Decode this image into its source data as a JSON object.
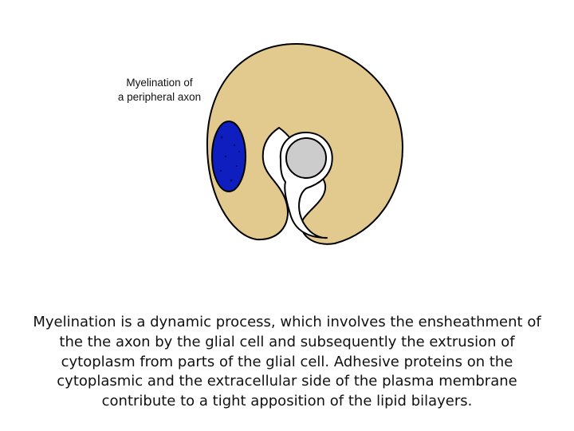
{
  "diagram": {
    "label_line1": "Myelination of",
    "label_line2": "a peripheral axon",
    "colors": {
      "glial_cytoplasm": "#e2c98e",
      "nucleus": "#0f1fbf",
      "axon": "#cccccc",
      "outline": "#000000"
    }
  },
  "caption": {
    "line1": "Myelination is a dynamic process, which involves the ensheathment of",
    "line2": "the the axon by the glial cell and subsequently the extrusion of",
    "line3": "cytoplasm from parts of the glial cell. Adhesive proteins on the",
    "line4": "cytoplasmic and the extracellular side of the plasma membrane",
    "line5": "contribute to a tight apposition of the lipid bilayers."
  }
}
